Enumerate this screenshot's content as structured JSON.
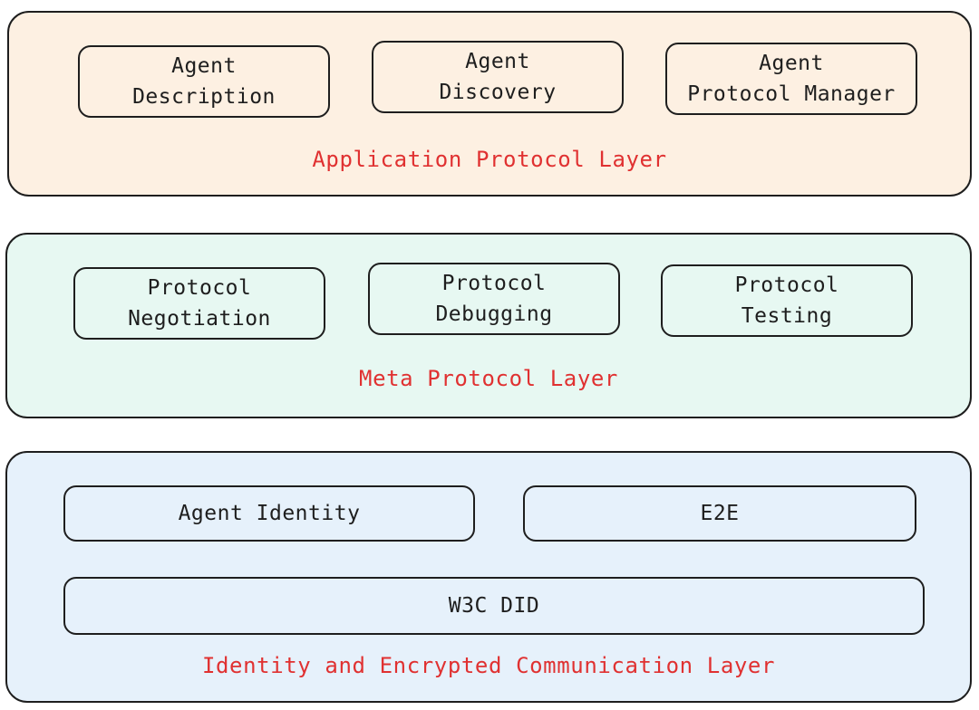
{
  "colors": {
    "application_layer_fill": "#fdf0e2",
    "meta_layer_fill": "#e7f8f2",
    "identity_layer_fill": "#e6f1fb",
    "stroke": "#1e1e1e",
    "layer_label": "#e03131"
  },
  "layers": {
    "application": {
      "label": "Application Protocol Layer",
      "boxes": [
        {
          "text": "Agent\nDescription"
        },
        {
          "text": "Agent\nDiscovery"
        },
        {
          "text": "Agent\nProtocol Manager"
        }
      ]
    },
    "meta": {
      "label": "Meta Protocol Layer",
      "boxes": [
        {
          "text": "Protocol\nNegotiation"
        },
        {
          "text": "Protocol\nDebugging"
        },
        {
          "text": "Protocol\nTesting"
        }
      ]
    },
    "identity": {
      "label": "Identity and Encrypted Communication Layer",
      "boxes": [
        {
          "text": "Agent Identity"
        },
        {
          "text": "E2E"
        },
        {
          "text": "W3C DID"
        }
      ]
    }
  }
}
